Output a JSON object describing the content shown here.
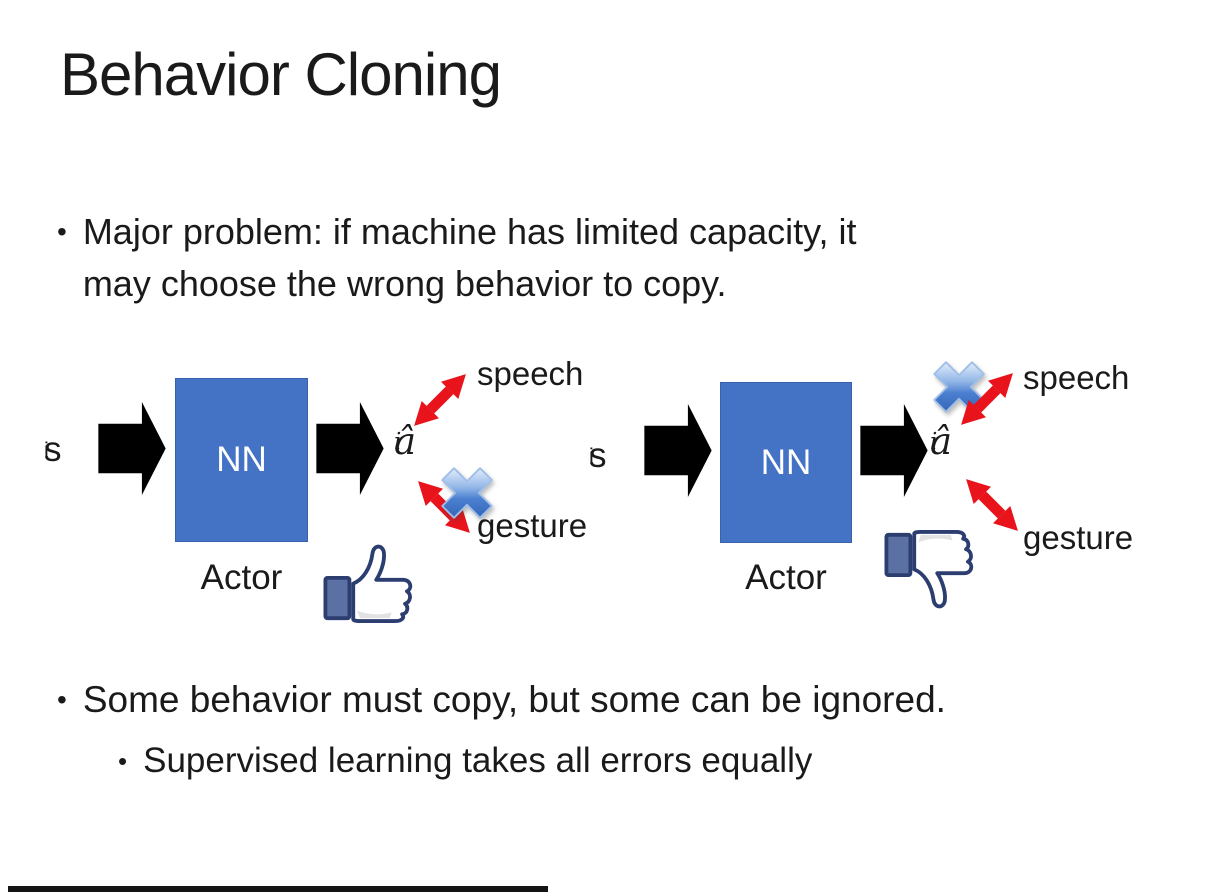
{
  "glyphs": {
    "bullet": "•"
  },
  "title": "Behavior Cloning",
  "bullets": {
    "major_problem_line1": "Major problem: if machine has limited capacity, it",
    "major_problem_line2": "may choose the wrong behavior to copy.",
    "some_behavior": "Some behavior must copy, but some can be ignored.",
    "supervised": "Supervised learning takes all errors equally"
  },
  "diagrams": {
    "left": {
      "input_symbol": "s",
      "input_subscript": "i",
      "nn_label": "NN",
      "actor_label": "Actor",
      "output_symbol": "â",
      "output_subscript": "i",
      "speech_label": "speech",
      "gesture_label": "gesture",
      "crossed_out_action": "gesture",
      "feedback_icon": "thumbs-up-icon"
    },
    "right": {
      "input_symbol": "s",
      "input_subscript": "i",
      "nn_label": "NN",
      "actor_label": "Actor",
      "output_symbol": "â",
      "output_subscript": "i",
      "speech_label": "speech",
      "gesture_label": "gesture",
      "crossed_out_action": "speech",
      "feedback_icon": "thumbs-down-icon"
    }
  },
  "colors": {
    "text": "#1A1A1A",
    "nn_box": "#4472C4",
    "nn_box_border": "#3A62A8",
    "black_arrow": "#000000",
    "red_arrow": "#E8131B",
    "cross_blue": "#4B7FD0",
    "thumb_outline": "#2C3E70",
    "thumb_cuff": "#5C71A3"
  }
}
